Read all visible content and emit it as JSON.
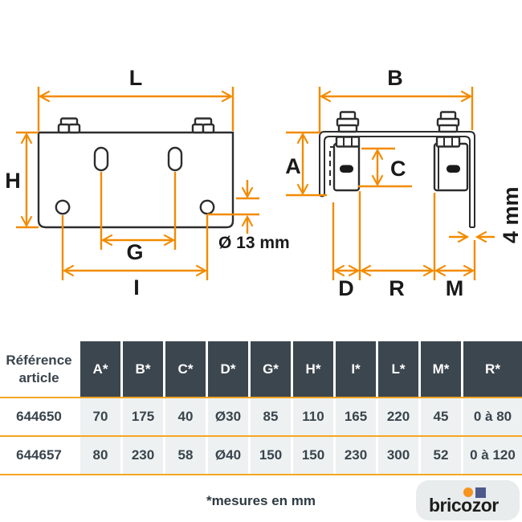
{
  "diagram": {
    "front_view": {
      "dim_L": "L",
      "dim_H": "H",
      "dim_G": "G",
      "dim_I": "I",
      "hole_note": "Ø 13 mm"
    },
    "side_view": {
      "dim_B": "B",
      "dim_A": "A",
      "dim_C": "C",
      "dim_D": "D",
      "dim_R": "R",
      "dim_M": "M",
      "thickness_note": "4 mm"
    }
  },
  "table": {
    "ref_header_line1": "Référence",
    "ref_header_line2": "article",
    "columns": [
      "A*",
      "B*",
      "C*",
      "D*",
      "G*",
      "H*",
      "I*",
      "L*",
      "M*",
      "R*"
    ],
    "rows": [
      {
        "ref": "644650",
        "values": [
          "70",
          "175",
          "40",
          "Ø30",
          "85",
          "110",
          "165",
          "220",
          "45",
          "0 à 80"
        ]
      },
      {
        "ref": "644657",
        "values": [
          "80",
          "230",
          "58",
          "Ø40",
          "150",
          "150",
          "230",
          "300",
          "52",
          "0 à 120"
        ]
      }
    ]
  },
  "footer": {
    "note": "*mesures en mm",
    "brand": "bricozor"
  },
  "colors": {
    "accent": "#F28B00",
    "outline": "#2D2D2D",
    "header_bg": "#3C464F",
    "text_dark": "#3A444D",
    "cell_bg": "#EDF1F1",
    "logo_dot": "#F7941E",
    "logo_square": "#4E5A8C"
  }
}
